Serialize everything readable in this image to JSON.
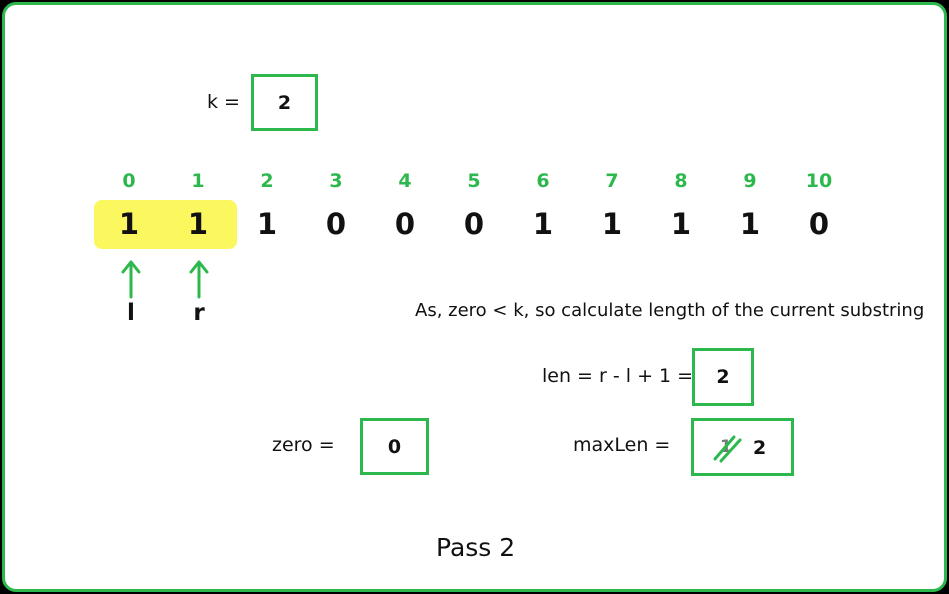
{
  "k_label": "k =",
  "k_value": "2",
  "indices": [
    "0",
    "1",
    "2",
    "3",
    "4",
    "5",
    "6",
    "7",
    "8",
    "9",
    "10"
  ],
  "values": [
    "1",
    "1",
    "1",
    "0",
    "0",
    "0",
    "1",
    "1",
    "1",
    "1",
    "0"
  ],
  "pointers": {
    "l": "l",
    "r": "r"
  },
  "note": "As, zero < k, so calculate length of the current substring",
  "len_label": "len = r - l + 1 =",
  "len_value": "2",
  "zero_label": "zero  =",
  "zero_value": "0",
  "maxlen_label": "maxLen =",
  "maxlen_old_value": "1",
  "maxlen_value": "2",
  "caption": "Pass 2",
  "colors": {
    "accent": "#2db84d",
    "highlight": "#fbf85f",
    "text": "#111111"
  }
}
